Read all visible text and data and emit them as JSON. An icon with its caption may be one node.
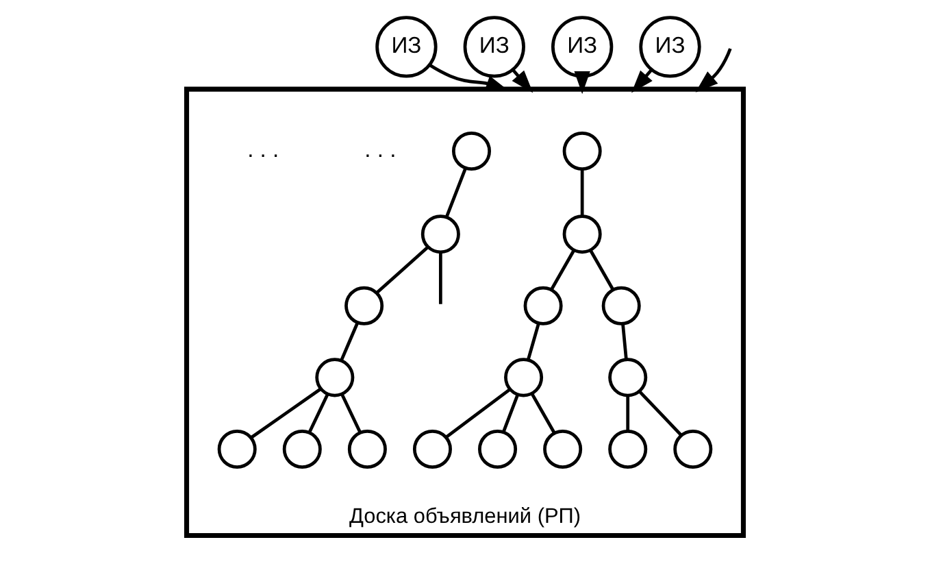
{
  "diagram": {
    "nodes": [
      {
        "text": [
          "ИЗ"
        ]
      },
      {
        "text": [
          "ИЗ"
        ]
      },
      {
        "text": [
          "ИЗ"
        ]
      },
      {
        "text": [
          "Доска объявлений (РП)"
        ]
      },
      {
        "text": [],
        "shape": "circle",
        "in": 3
      },
      {
        "text": [],
        "shape": "circle",
        "in": 3
      },
      {
        "text": [],
        "shape": "circle",
        "in": 3
      },
      {
        "text": [],
        "shape": "circle",
        "in": 3
      },
      {
        "text": [],
        "shape": "circle",
        "in": 3
      },
      {
        "text": [],
        "shape": "circle",
        "in": 3
      },
      {
        "text": [],
        "shape": "circle",
        "in": 3
      },
      {
        "text": [],
        "shape": "circle",
        "in": 3
      },
      {
        "text": [],
        "shape": "circle",
        "in": 3
      },
      {
        "text": [],
        "shape": "circle",
        "in": 3
      },
      {
        "text": [],
        "shape": "circle",
        "in": 3
      },
      {
        "text": [],
        "shape": "circle",
        "in": 3
      },
      {
        "text": [],
        "shape": "circle",
        "in": 3
      },
      {
        "text": [],
        "shape": "circle",
        "in": 3
      },
      {
        "text": [],
        "shape": "circle",
        "in": 3
      },
      {
        "text": [],
        "shape": "circle",
        "in": 3
      },
      {
        "text": [],
        "shape": "circle",
        "in": 3
      },
      {
        "text": [],
        "shape": "circle",
        "in": 3
      },
      {
        "text": [
          "ИЗ"
        ]
      }
    ],
    "edges": [
      {
        "from": 0,
        "to": 3,
        "arrow": "to"
      },
      {
        "from": 1,
        "to": 3,
        "arrow": "to"
      },
      {
        "from": 2,
        "to": 3,
        "arrow": "to"
      },
      {
        "from": null,
        "to": 3,
        "arrow": "to"
      },
      {
        "from": 22,
        "to": 3,
        "arrow": "to"
      },
      {
        "from": 4,
        "to": 5,
        "arrow": "none"
      },
      {
        "from": 5,
        "to": 6,
        "arrow": "none"
      },
      {
        "from": 5,
        "to": 7,
        "arrow": "none"
      },
      {
        "from": 6,
        "to": 8,
        "arrow": "none"
      },
      {
        "from": 7,
        "to": 9,
        "arrow": "none"
      },
      {
        "from": 8,
        "to": 10,
        "arrow": "none"
      },
      {
        "from": 8,
        "to": 11,
        "arrow": "none"
      },
      {
        "from": 8,
        "to": 12,
        "arrow": "none"
      },
      {
        "from": 9,
        "to": 13,
        "arrow": "none"
      },
      {
        "from": 9,
        "to": 14,
        "arrow": "none"
      },
      {
        "from": 15,
        "to": 16,
        "arrow": "none"
      },
      {
        "from": 16,
        "to": null,
        "arrow": "none"
      },
      {
        "from": 16,
        "to": 17,
        "arrow": "none"
      },
      {
        "from": 17,
        "to": 18,
        "arrow": "none"
      },
      {
        "from": 18,
        "to": 19,
        "arrow": "none"
      },
      {
        "from": 18,
        "to": 20,
        "arrow": "none"
      },
      {
        "from": 18,
        "to": 21,
        "arrow": "none"
      }
    ],
    "labels": [
      ". . .",
      ". . ."
    ]
  }
}
